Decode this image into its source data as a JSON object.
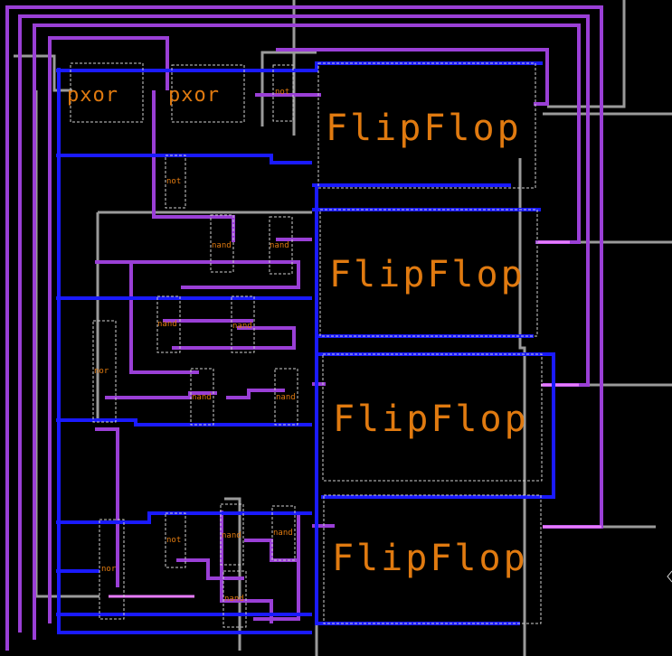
{
  "colors": {
    "background": "#000000",
    "wire_blue": "#1a1aff",
    "wire_purple": "#9a3fd6",
    "wire_light_purple": "#c766ff",
    "wire_pink": "#e87cff",
    "wire_gray": "#9a9a9a",
    "label_orange": "#e07a10",
    "cell_outline": "#cfcfcf"
  },
  "cells": {
    "xor_1": "pxor",
    "xor_2": "pxor",
    "not_top": "not",
    "not_mid": "not",
    "nand_1": "nand",
    "nand_2": "nand",
    "nand_3": "nand",
    "nand_4": "nand",
    "nor_mid": "nor",
    "nand_5": "nand",
    "nand_6": "nand",
    "nor_bottom": "nor",
    "not_bottom": "not",
    "nand_7": "nand",
    "nand_8": "nand",
    "nand_9": "nand",
    "flipflop_1": "FlipFlop",
    "flipflop_2": "FlipFlop",
    "flipflop_3": "FlipFlop",
    "flipflop_4": "FlipFlop"
  }
}
